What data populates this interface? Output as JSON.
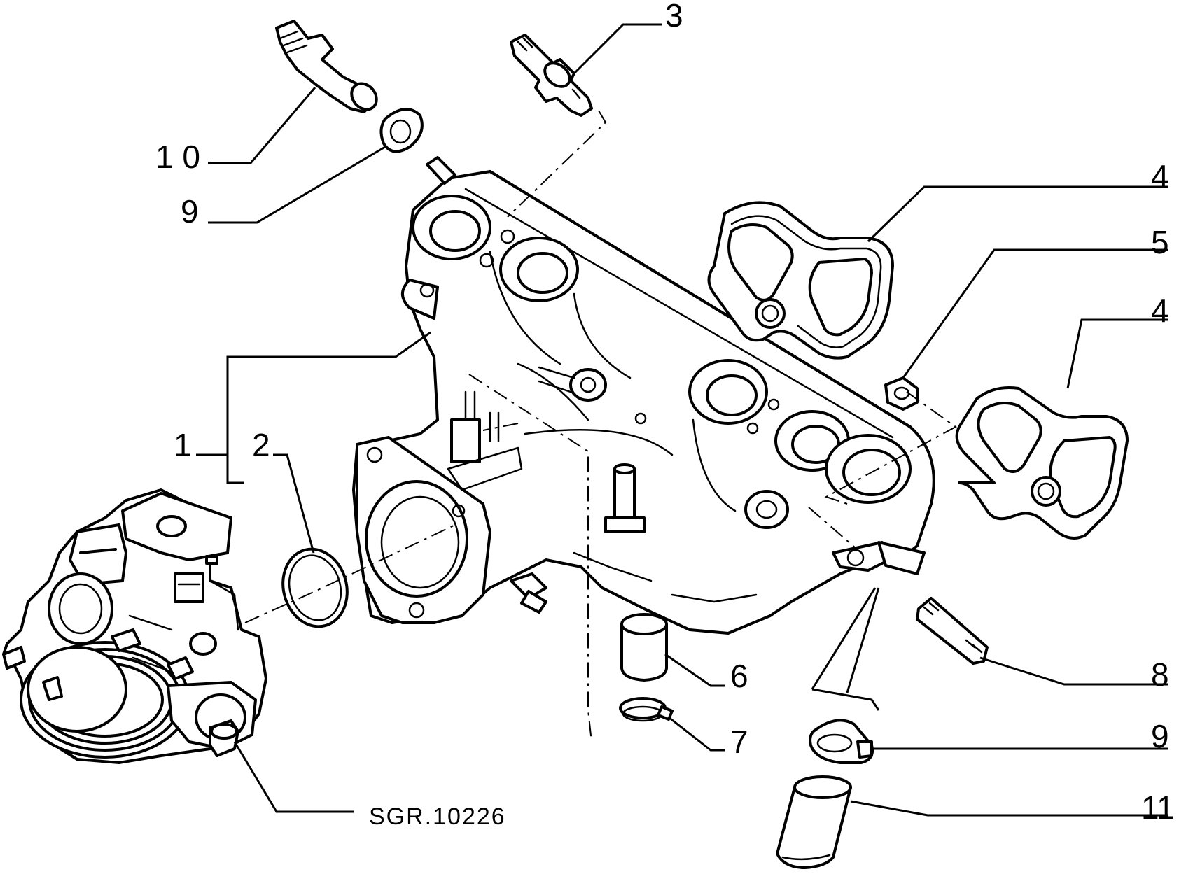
{
  "callouts": {
    "c1": "1",
    "c2": "2",
    "c3": "3",
    "c4a": "4",
    "c4b": "4",
    "c5": "5",
    "c6": "6",
    "c7": "7",
    "c8": "8",
    "c9a": "9",
    "c9b": "9",
    "c10": "1 0",
    "c11": "11"
  },
  "drawing_code": "SGR.10226"
}
